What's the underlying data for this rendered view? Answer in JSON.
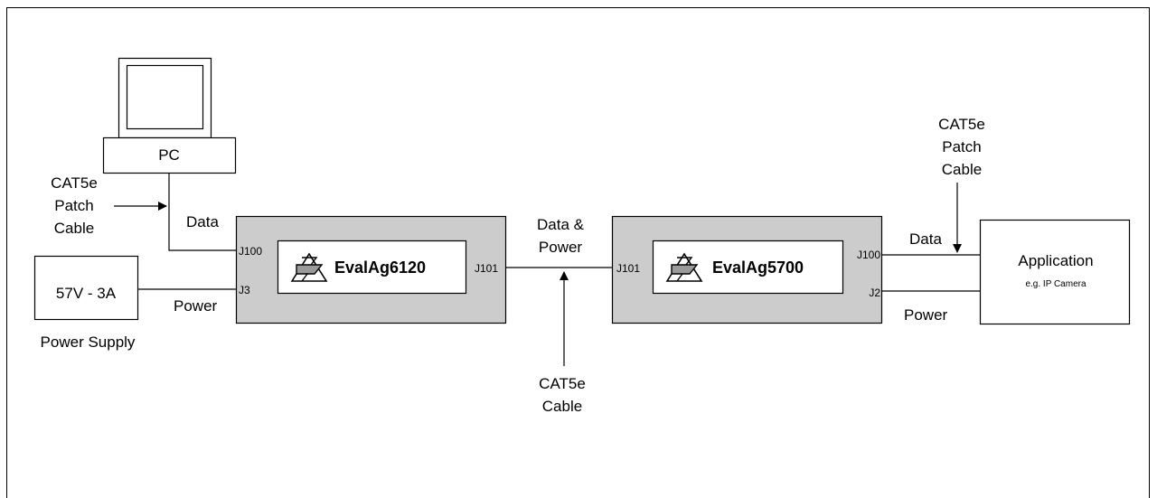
{
  "colors": {
    "board_fill": "#cccccc",
    "stroke": "#000000",
    "background": "#ffffff"
  },
  "pc": {
    "label": "PC",
    "icon": "computer-monitor-icon"
  },
  "pc_cable": {
    "lines": [
      "CAT5e",
      "Patch",
      "Cable"
    ]
  },
  "power_supply": {
    "rating": "57V - 3A",
    "caption": "Power Supply"
  },
  "eval6120": {
    "name": "EvalAg6120",
    "logo": "silvertel-logo-icon",
    "ports": {
      "data": "J100",
      "power": "J3",
      "output": "J101"
    },
    "data_label": "Data",
    "power_label": "Power"
  },
  "link": {
    "label_line1": "Data &",
    "label_line2": "Power",
    "cable_line1": "CAT5e",
    "cable_line2": "Cable"
  },
  "eval5700": {
    "name": "EvalAg5700",
    "logo": "silvertel-logo-icon",
    "ports": {
      "input": "J101",
      "data": "J100",
      "power": "J2"
    },
    "data_label": "Data",
    "power_label": "Power"
  },
  "app_cable": {
    "lines": [
      "CAT5e",
      "Patch",
      "Cable"
    ]
  },
  "application": {
    "title": "Application",
    "subtitle": "e.g. IP Camera"
  }
}
